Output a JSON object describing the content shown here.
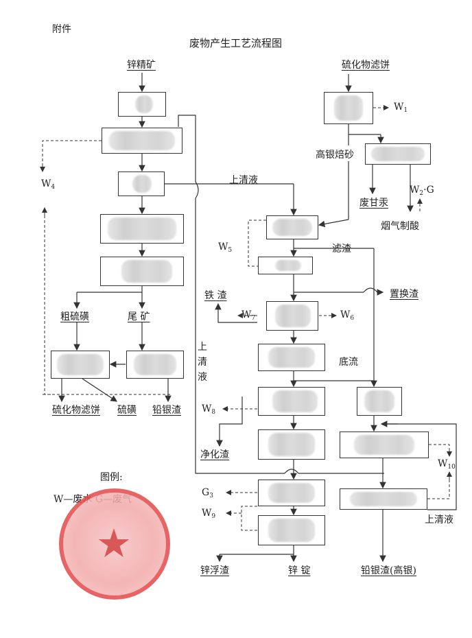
{
  "header": {
    "attachment": "附件",
    "title": "废物产生工艺流程图"
  },
  "inputs": {
    "zinc_concentrate": "锌精矿",
    "sulfide_filter_cake": "硫化物滤饼"
  },
  "streams": {
    "w1": "W",
    "w1_sub": "1",
    "w2": "W",
    "w2_sub": "2",
    "w2_suffix": "·G",
    "w4": "W",
    "w4_sub": "4",
    "w5": "W",
    "w5_sub": "5",
    "w6": "W",
    "w6_sub": "6",
    "w7": "W",
    "w7_sub": "7",
    "w8": "W",
    "w8_sub": "8",
    "w9": "W",
    "w9_sub": "9",
    "w10": "W",
    "w10_sub": "10",
    "g3": "G",
    "g3_sub": "3"
  },
  "labels": {
    "high_silver_calcine": "高银焙砂",
    "supernatant_top": "上清液",
    "waste_mercury": "废甘汞",
    "flue_gas_acid": "烟气制酸",
    "filter_residue": "滤渣",
    "iron_residue": "铁 渣",
    "displacement_residue": "置换渣",
    "supernatant_vertical": [
      "上",
      "清",
      "液"
    ],
    "underflow": "底流",
    "crude_sulfur": "粗硫磺",
    "tailings": "尾 矿",
    "sulfide_filter_cake_out": "硫化物滤饼",
    "sulfur": "硫磺",
    "lead_silver_residue": "铅银渣",
    "purification_residue": "净化渣",
    "zinc_dross": "锌浮渣",
    "zinc_ingot": "锌 锭",
    "lead_silver_high": "铅银渣(高银)",
    "supernatant_bottom": "上清液"
  },
  "legend": {
    "title": "图例:",
    "entry": "W—废水  G—废气"
  },
  "colors": {
    "line": "#333333",
    "seal": "#e34a4a"
  }
}
